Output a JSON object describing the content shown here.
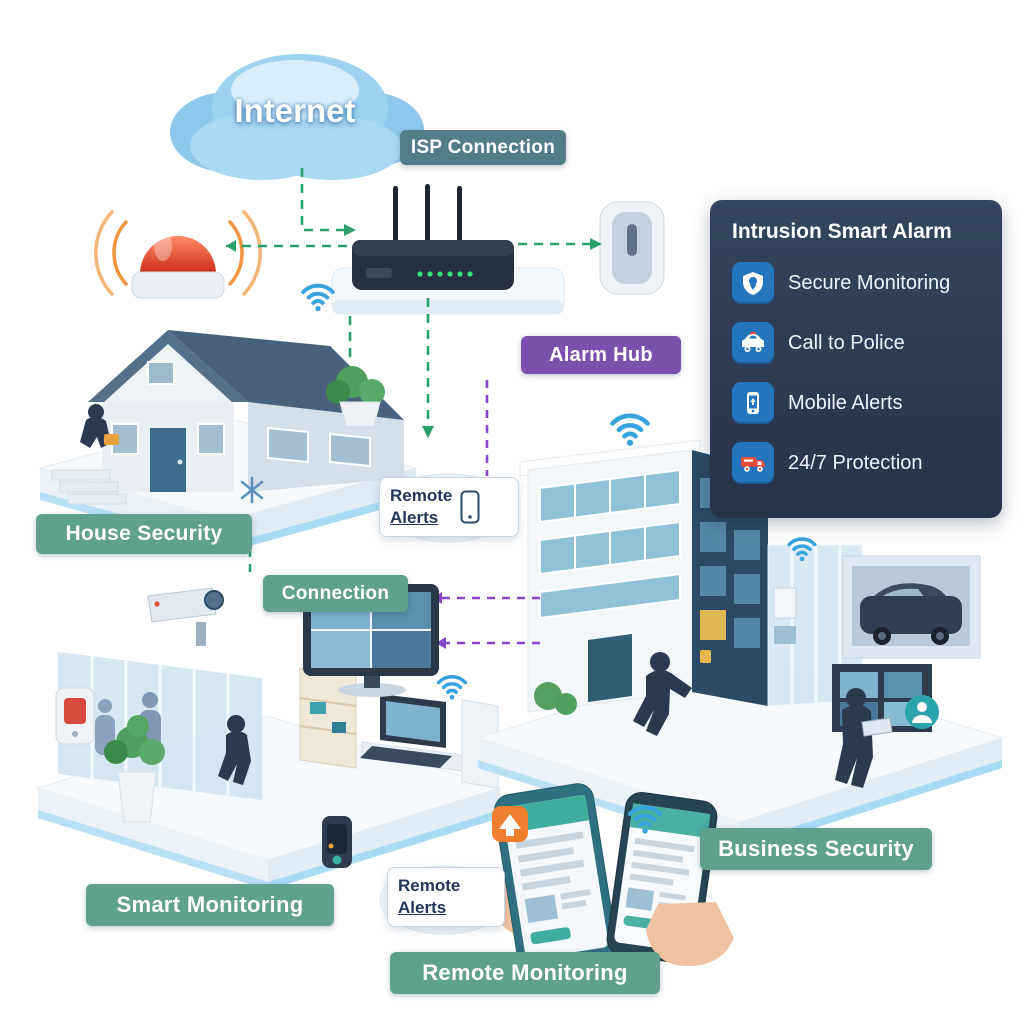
{
  "diagram_title": "Intrusion Smart Alarm",
  "cloud": {
    "label": "Internet"
  },
  "labels": {
    "isp": "ISP Connection",
    "alarm_hub": "Alarm Hub",
    "house": "House Security",
    "connection": "Connection",
    "smart": "Smart Monitoring",
    "business": "Business Security",
    "remote_monitoring": "Remote Monitoring"
  },
  "cards": [
    {
      "line1": "Remote",
      "line2": "Alerts"
    },
    {
      "line1": "Remote",
      "line2": "Alerts"
    }
  ],
  "panel": {
    "title": "Intrusion Smart Alarm",
    "items": [
      {
        "icon": "shield-location-icon",
        "label": "Secure Monitoring"
      },
      {
        "icon": "police-car-icon",
        "label": "Call to Police"
      },
      {
        "icon": "mobile-phone-icon",
        "label": "Mobile Alerts"
      },
      {
        "icon": "protection-truck-icon",
        "label": "24/7 Protection"
      }
    ]
  },
  "colors": {
    "badge_green": "#5fa18c",
    "badge_teal": "#527e8a",
    "badge_purple": "#7a52ae",
    "panel_bg": "#2d3b55",
    "panel_tile_blue": "#2376bd",
    "line_green": "#2aa06a",
    "line_purple": "#8a44c8",
    "wifi_blue": "#38a3dc",
    "siren_red": "#d93522",
    "alert_orange": "#ef7f2e"
  }
}
